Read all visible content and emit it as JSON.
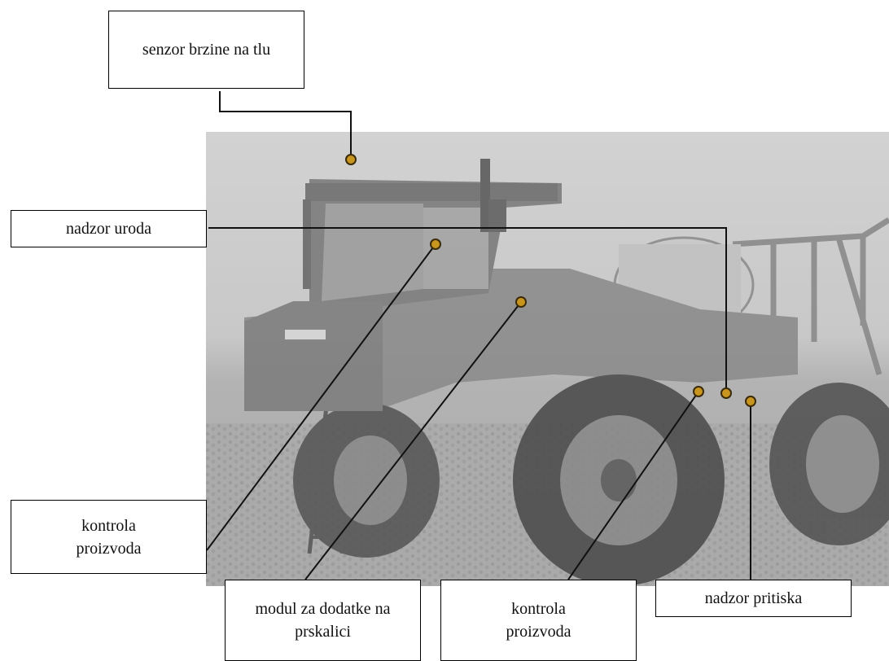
{
  "labels": {
    "ground_speed_sensor": "senzor brzine na tlu",
    "yield_monitor": "nadzor uroda",
    "product_control_left": "kontrola proizvoda",
    "sprayer_addon_module": "modul za dodatke na prskalici",
    "product_control_bottom": "kontrola proizvoda",
    "pressure_monitor": "nadzor pritiska"
  },
  "colors": {
    "marker_fill": "#c8961e",
    "marker_stroke": "#3a2a08",
    "leader_line": "#111111",
    "photo_tint": "#b9b9b9"
  },
  "image": {
    "subject": "self-propelled-sprayer-photo"
  }
}
